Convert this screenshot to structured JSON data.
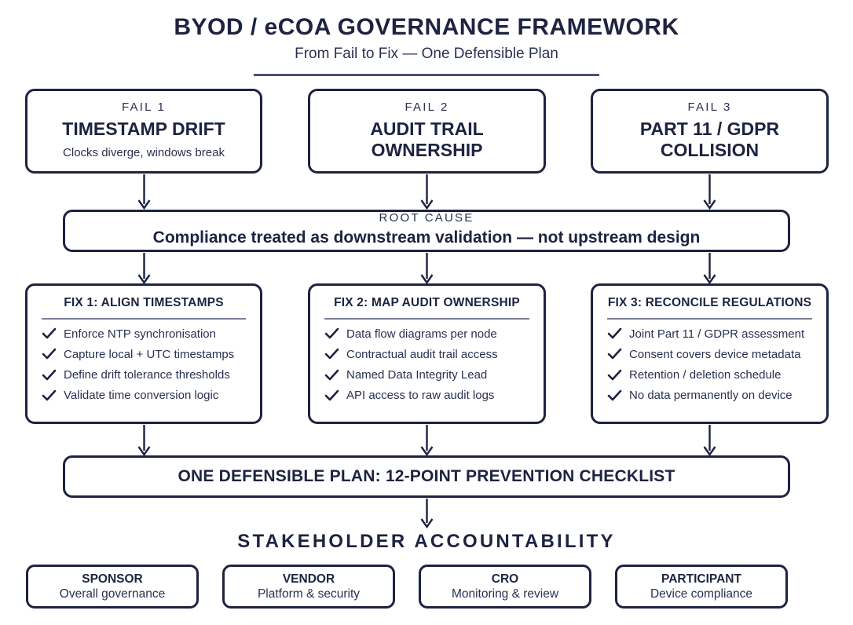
{
  "header": {
    "title": "BYOD / eCOA GOVERNANCE FRAMEWORK",
    "subtitle": "From Fail to Fix — One Defensible Plan"
  },
  "fails": [
    {
      "kicker": "FAIL 1",
      "title": "TIMESTAMP DRIFT",
      "desc": "Clocks diverge, windows break"
    },
    {
      "kicker": "FAIL 2",
      "title": "AUDIT TRAIL\nOWNERSHIP",
      "desc": ""
    },
    {
      "kicker": "FAIL 3",
      "title": "PART 11 / GDPR\nCOLLISION",
      "desc": ""
    }
  ],
  "root_cause": {
    "kicker": "ROOT CAUSE",
    "text": "Compliance treated as downstream validation — not upstream design"
  },
  "fixes": [
    {
      "header": "FIX 1: ALIGN TIMESTAMPS",
      "items": [
        "Enforce NTP synchronisation",
        "Capture local + UTC timestamps",
        "Define drift tolerance thresholds",
        "Validate time conversion logic"
      ]
    },
    {
      "header": "FIX 2: MAP AUDIT OWNERSHIP",
      "items": [
        "Data flow diagrams per node",
        "Contractual audit trail access",
        "Named Data Integrity Lead",
        "API access to raw audit logs"
      ]
    },
    {
      "header": "FIX 3: RECONCILE REGULATIONS",
      "items": [
        "Joint Part 11 / GDPR assessment",
        "Consent covers device metadata",
        "Retention / deletion schedule",
        "No data permanently on device"
      ]
    }
  ],
  "plan": {
    "text": "ONE DEFENSIBLE PLAN: 12-POINT PREVENTION CHECKLIST"
  },
  "stakeholder_heading": "STAKEHOLDER ACCOUNTABILITY",
  "stakeholders": [
    {
      "role": "SPONSOR",
      "desc": "Overall governance"
    },
    {
      "role": "VENDOR",
      "desc": "Platform & security"
    },
    {
      "role": "CRO",
      "desc": "Monitoring & review"
    },
    {
      "role": "PARTICIPANT",
      "desc": "Device compliance"
    }
  ],
  "colors": {
    "navy": "#1d2340",
    "body_text": "#2a3050",
    "rule": "#7a809c",
    "background": "#ffffff"
  },
  "icons": {
    "check": "check-icon",
    "arrow": "arrow-down-icon"
  }
}
